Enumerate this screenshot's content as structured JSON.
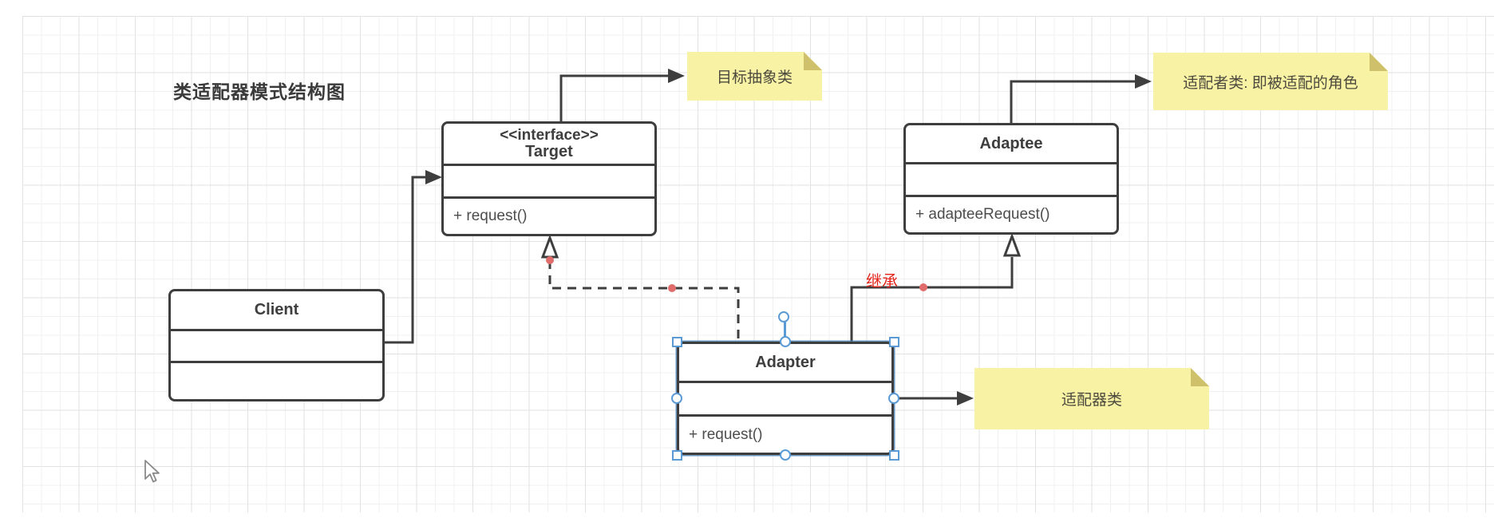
{
  "title": "类适配器模式结构图",
  "classes": {
    "target": {
      "stereotype": "<<interface>>",
      "name": "Target",
      "attributes": "",
      "methods": "+ request()"
    },
    "client": {
      "name": "Client",
      "attributes": "",
      "methods": ""
    },
    "adaptee": {
      "name": "Adaptee",
      "attributes": "",
      "methods": "+ adapteeRequest()"
    },
    "adapter": {
      "name": "Adapter",
      "attributes": "",
      "methods": "+ request()",
      "selected": true
    }
  },
  "notes": [
    {
      "text": "目标抽象类"
    },
    {
      "text": "适配者类: 即被适配的角色"
    },
    {
      "text": "适配器类"
    }
  ],
  "edge_labels": {
    "inheritance": "继承"
  },
  "colors": {
    "line_dark": "#3e3e3e",
    "selection_blue": "#5b9bd5",
    "note_yellow": "#f8f2a4",
    "note_fold": "#cfc06b",
    "label_red": "#e3231a",
    "waypoint_red": "#e06c6c",
    "grid_minor": "#f0f0f0",
    "grid_major": "#e2e2e2"
  }
}
